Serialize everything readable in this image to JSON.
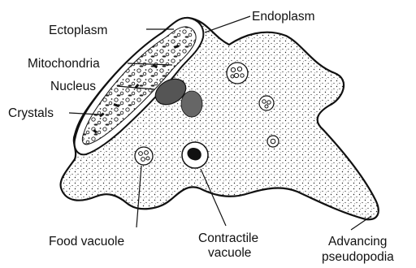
{
  "diagram": {
    "labels": {
      "ectoplasm": "Ectoplasm",
      "endoplasm": "Endoplasm",
      "mitochondria": "Mitochondria",
      "nucleus": "Nucleus",
      "crystals": "Crystals",
      "food_vacuole": "Food vacuole",
      "contractile_vacuole_line1": "Contractile",
      "contractile_vacuole_line2": "vacuole",
      "advancing_pseudopodia_line1": "Advancing",
      "advancing_pseudopodia_line2": "pseudopodia"
    },
    "colors": {
      "ink": "#111111",
      "background": "#ffffff",
      "nucleus_fill": "#555555"
    }
  }
}
